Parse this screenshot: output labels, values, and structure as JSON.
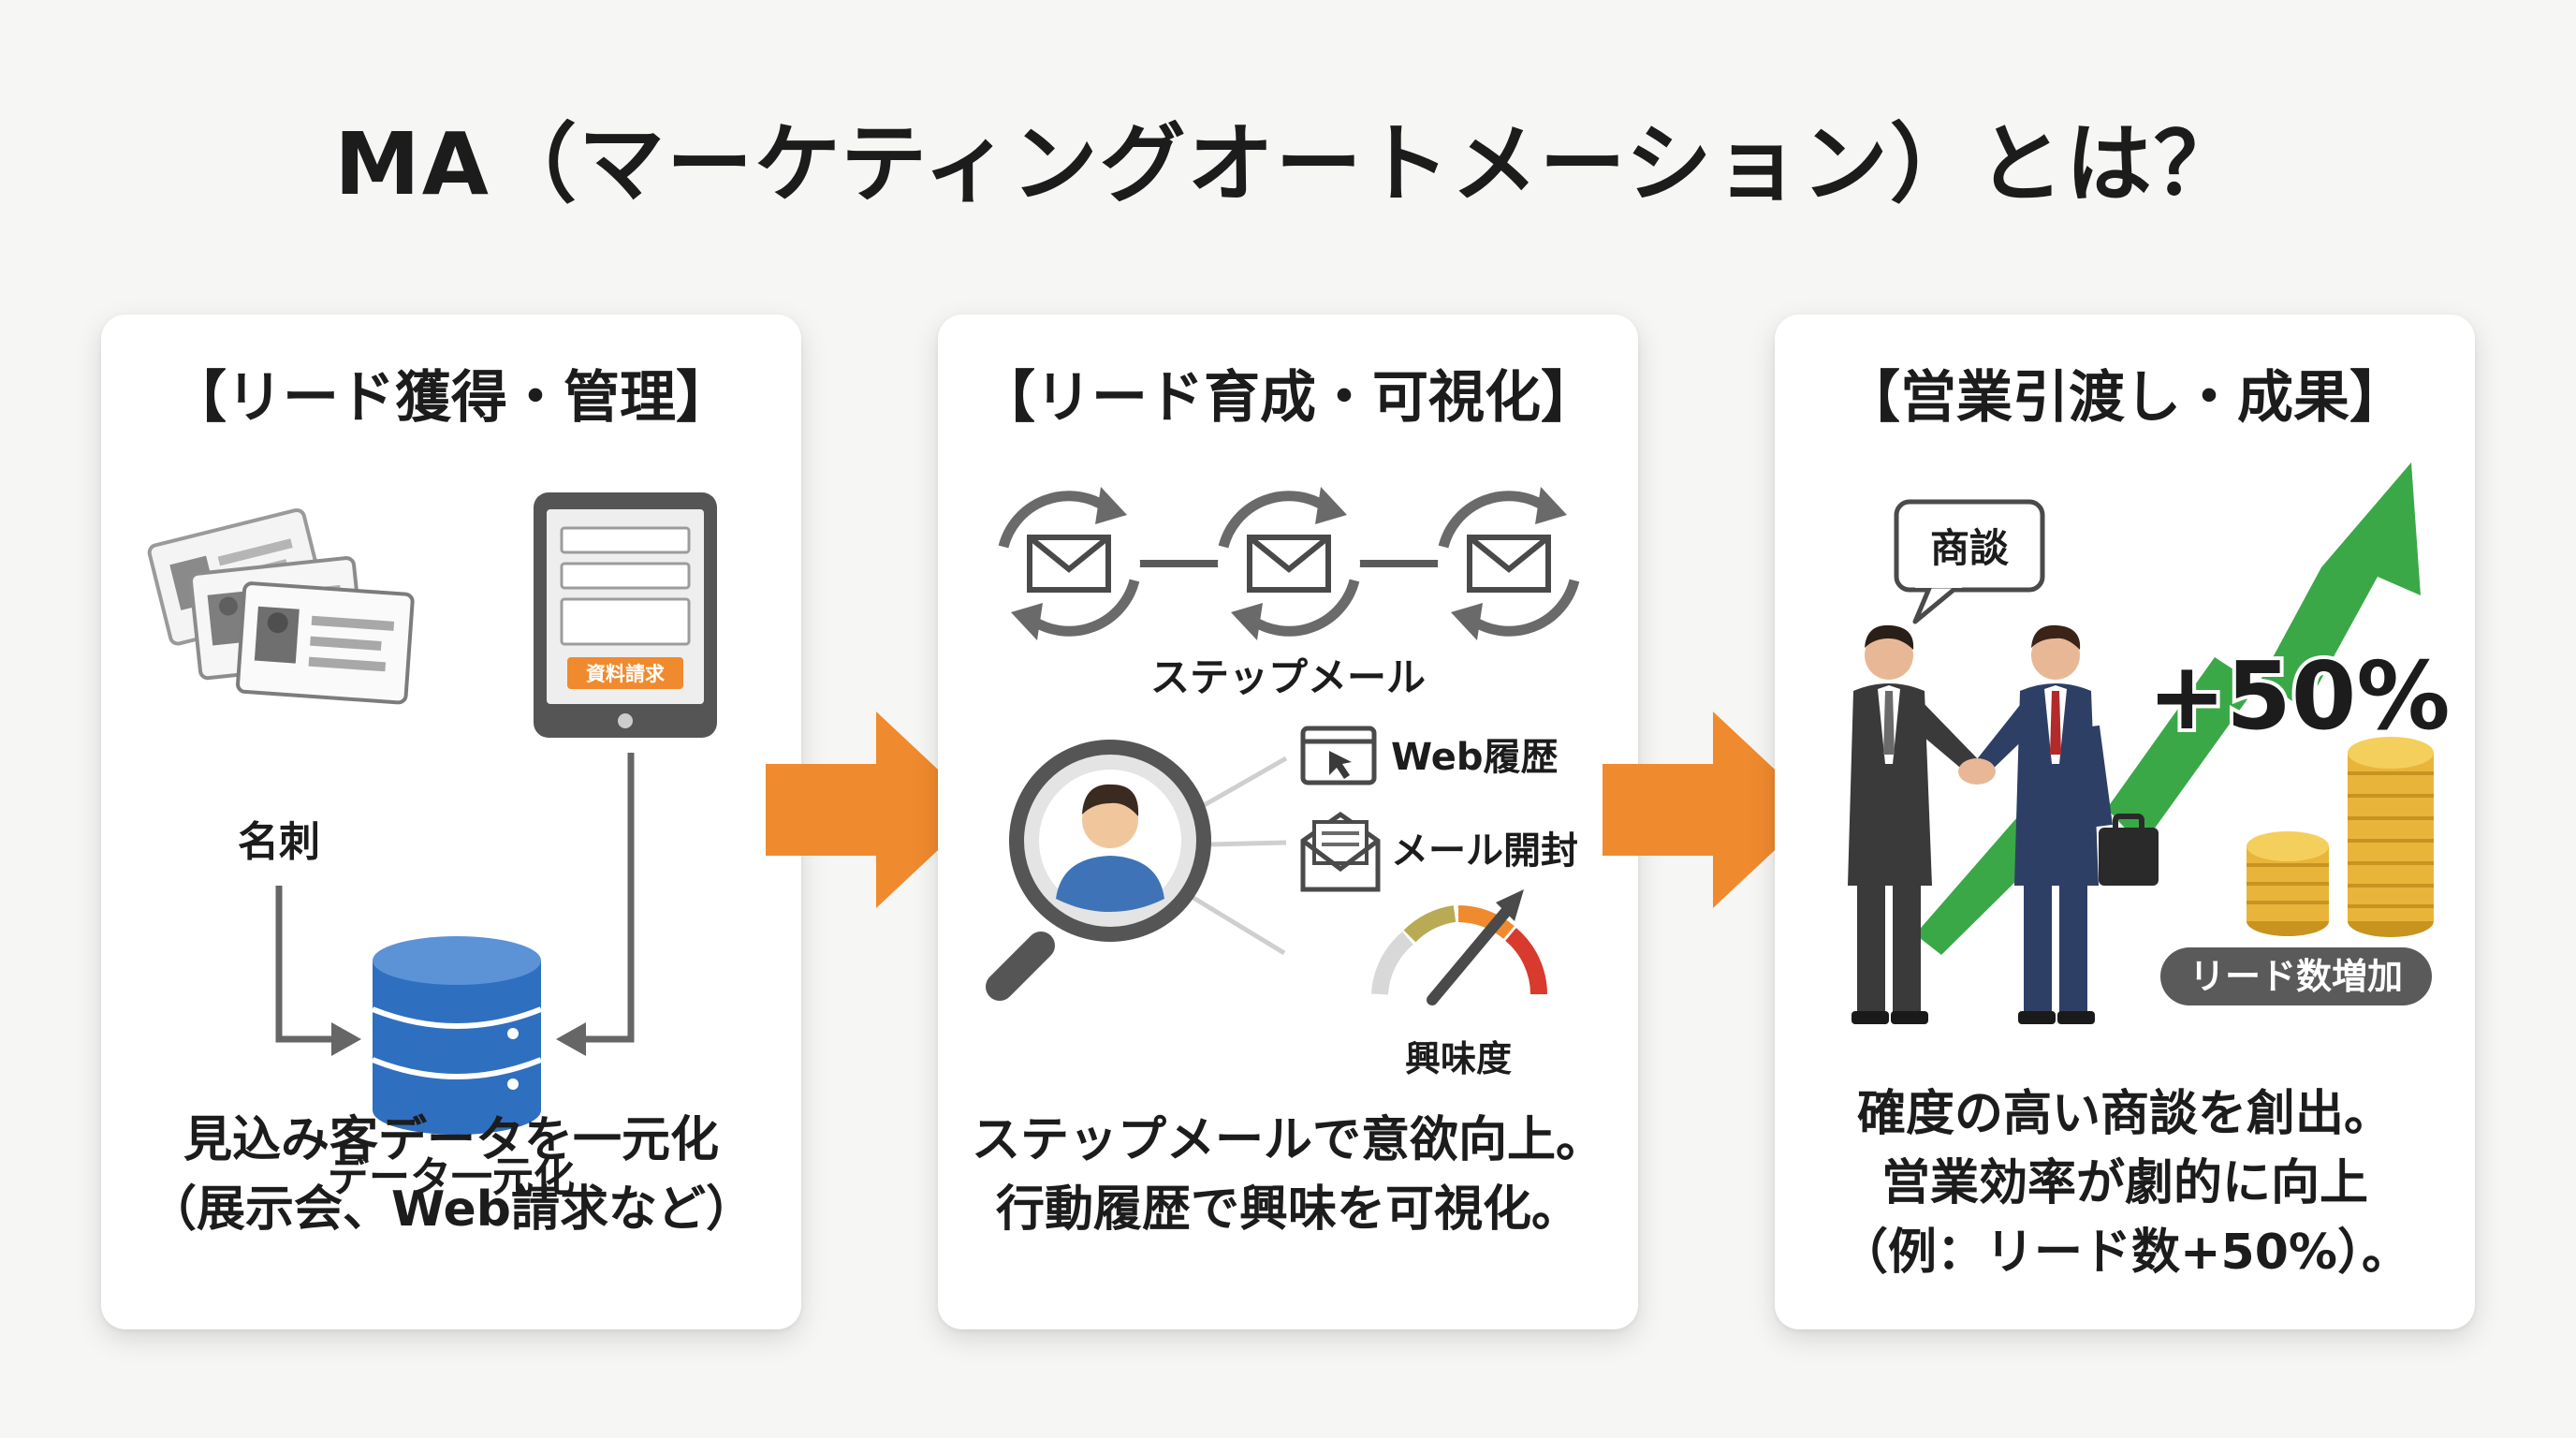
{
  "title": "MA（マーケティングオートメーション）とは？",
  "colors": {
    "arrow": "#f08a2e",
    "database": "#2f6fc0",
    "growth": "#3aa847",
    "coin": "#e8b53a",
    "gauge_red": "#d83a2e",
    "gauge_orange": "#f08a2e",
    "gauge_olive": "#b9ab55"
  },
  "steps": [
    {
      "title": "【リード獲得・管理】",
      "labels": {
        "business_card": "名刺",
        "form_button": "資料請求",
        "database": "データ一元化"
      },
      "description": [
        "見込み客データを一元化",
        "（展示会、Web請求など）"
      ]
    },
    {
      "title": "【リード育成・可視化】",
      "labels": {
        "step_mail": "ステップメール",
        "web_history": "Web履歴",
        "mail_open": "メール開封",
        "interest": "興味度"
      },
      "description": [
        "ステップメールで意欲向上。",
        "行動履歴で興味を可視化。"
      ]
    },
    {
      "title": "【営業引渡し・成果】",
      "labels": {
        "meeting": "商談",
        "growth_value": "+50%",
        "lead_increase": "リード数増加"
      },
      "description": [
        "確度の高い商談を創出。",
        "営業効率が劇的に向上",
        "（例：リード数+50%）。"
      ]
    }
  ]
}
